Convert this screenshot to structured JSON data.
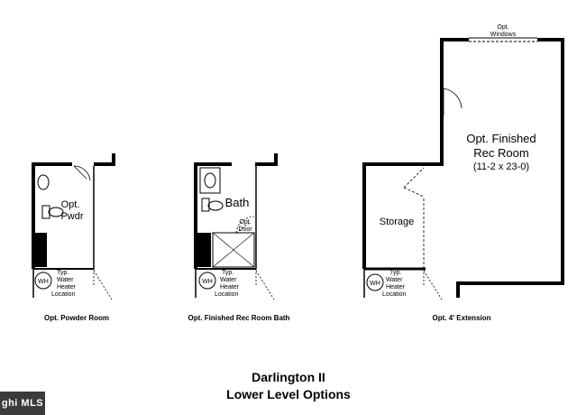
{
  "plan": {
    "powder_room": {
      "room_label_line1": "Opt.",
      "room_label_line2": "Pwdr",
      "wh_badge": "WH",
      "wh_label_line1": "Typ.",
      "wh_label_line2": "Water",
      "wh_label_line3": "Heater",
      "wh_label_line4": "Location",
      "caption": "Opt. Powder Room"
    },
    "rec_room_bath": {
      "room_label": "Bath",
      "door_label_line1": "Opt.",
      "door_label_line2": "Door",
      "wh_badge": "WH",
      "wh_label_line1": "Typ.",
      "wh_label_line2": "Water",
      "wh_label_line3": "Heater",
      "wh_label_line4": "Location",
      "caption": "Opt. Finished Rec Room Bath"
    },
    "extension": {
      "windows_label_line1": "Opt.",
      "windows_label_line2": "Windows",
      "room_label_line1": "Opt. Finished",
      "room_label_line2": "Rec Room",
      "room_dims": "(11-2 x 23-0)",
      "storage_label": "Storage",
      "wh_badge": "WH",
      "wh_label_line1": "Typ.",
      "wh_label_line2": "Water",
      "wh_label_line3": "Heater",
      "wh_label_line4": "Location",
      "caption": "Opt. 4' Extension"
    }
  },
  "title_line1": "Darlington II",
  "title_line2": "Lower Level Options",
  "logo_text": "ghi MLS"
}
